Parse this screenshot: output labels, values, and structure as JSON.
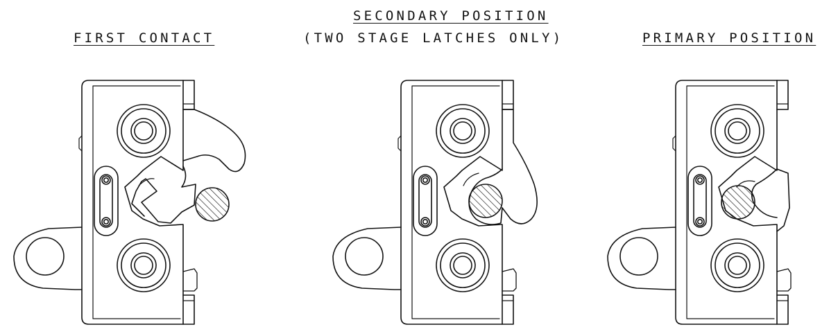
{
  "panels": [
    {
      "key": "first",
      "title": "FIRST CONTACT",
      "title_sub": ""
    },
    {
      "key": "secondary",
      "title": "SECONDARY POSITION",
      "title_sub": "(TWO STAGE LATCHES ONLY)"
    },
    {
      "key": "primary",
      "title": "PRIMARY POSITION",
      "title_sub": ""
    }
  ],
  "colors": {
    "line": "#111111",
    "hatch": "#111111",
    "background": "#ffffff"
  }
}
